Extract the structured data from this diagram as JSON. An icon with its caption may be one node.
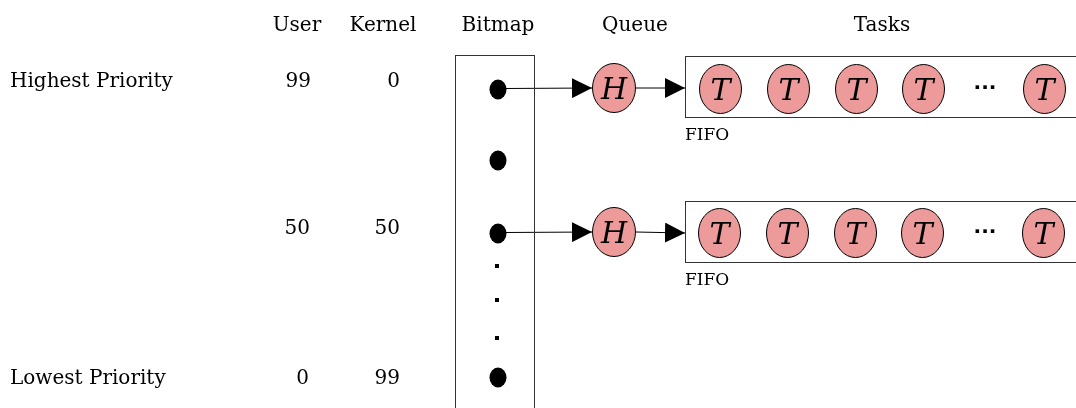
{
  "diagram": {
    "nodes": [
      {
        "text": [],
        "shape": "box"
      },
      {
        "text": [],
        "shape": "circle",
        "in": 0
      },
      {
        "text": [],
        "shape": "circle",
        "in": 0
      },
      {
        "text": [],
        "shape": "circle",
        "in": 0
      },
      {
        "text": [],
        "shape": "circle",
        "in": 0
      },
      {
        "text": [
          "H"
        ]
      },
      {
        "text": [],
        "shape": "box",
        "beside": [
          "FIFO"
        ]
      },
      {
        "text": [
          "T"
        ],
        "in": 6
      },
      {
        "text": [
          "T"
        ],
        "in": 6
      },
      {
        "text": [
          "T"
        ],
        "in": 6
      },
      {
        "text": [
          "T"
        ],
        "in": 6
      },
      {
        "text": [
          "T"
        ],
        "in": 6
      },
      {
        "text": [
          "H"
        ]
      },
      {
        "text": [],
        "shape": "box",
        "beside": [
          "FIFO"
        ]
      },
      {
        "text": [
          "T"
        ],
        "in": 13
      },
      {
        "text": [
          "T"
        ],
        "in": 13
      },
      {
        "text": [
          "T"
        ],
        "in": 13
      },
      {
        "text": [
          "T"
        ],
        "in": 13
      },
      {
        "text": [
          "T"
        ],
        "in": 13
      }
    ],
    "edges": [
      {
        "from": 1,
        "to": 5,
        "arrow": "to"
      },
      {
        "from": 5,
        "to": 6,
        "arrow": "to"
      },
      {
        "from": 3,
        "to": 12,
        "arrow": "to"
      },
      {
        "from": 12,
        "to": 13,
        "arrow": "to"
      }
    ],
    "labels": [
      "User",
      "Kernel",
      "Bitmap",
      "Queue",
      "Tasks",
      "Highest Priority",
      "99",
      "0",
      "...",
      "50",
      "50",
      "...",
      "Lowest Priority",
      "0",
      "99"
    ]
  }
}
